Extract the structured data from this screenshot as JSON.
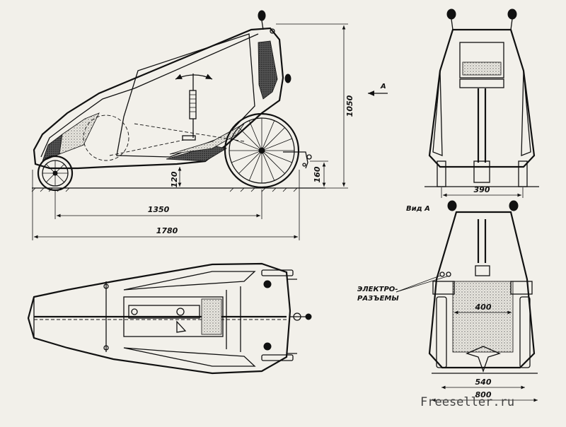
{
  "dimensions": {
    "height_total": "1050",
    "ground_clearance_rear": "160",
    "ground_clearance_front": "120",
    "wheelbase": "1350",
    "length_total": "1780",
    "front_track_top": "390",
    "inner_width": "400",
    "front_width_a": "540",
    "rear_width_a": "800"
  },
  "labels": {
    "view_arrow": "A",
    "view_title": "Вид А",
    "connectors_line1": "ЭЛЕКТРО-",
    "connectors_line2": "РАЗЪЕМЫ"
  },
  "watermark": "Freeseller.ru"
}
